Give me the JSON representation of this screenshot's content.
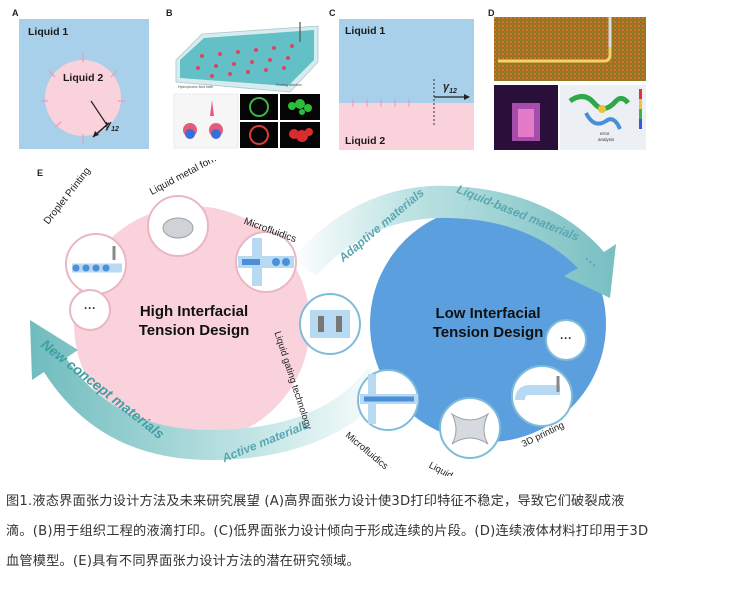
{
  "panels": {
    "a_letter": "A",
    "b_letter": "B",
    "c_letter": "C",
    "d_letter": "D",
    "e_letter": "E"
  },
  "panel_a": {
    "liquid1": "Liquid 1",
    "liquid2": "Liquid 2",
    "gamma": "γ",
    "gamma_sub": "12"
  },
  "panel_b": {
    "label_left": "Hydrophobic fluid bath",
    "label_right": "Printing direction"
  },
  "panel_c": {
    "liquid1": "Liquid 1",
    "liquid2": "Liquid 2",
    "gamma": "γ",
    "gamma_sub": "12"
  },
  "panel_d": {
    "error_label": "error\nanalysis"
  },
  "panel_e": {
    "high_title_line1": "High Interfacial",
    "high_title_line2": "Tension Design",
    "low_title_line1": "Low Interfacial",
    "low_title_line2": "Tension Design",
    "droplet_printing": "Droplet Printing",
    "liquid_metal_forming_top": "Liquid metal forming",
    "microfluidics_top": "Microfluidics",
    "liquid_gating": "Liquid gating technology",
    "microfluidics_bottom": "Microfluidics",
    "liquid_metal_forming_bottom": "Liquid metal forming",
    "printing_3d": "3D printing",
    "dots": "···",
    "adaptive_materials": "Adaptive materials",
    "liquid_based_materials": "Liquid-based materials",
    "arrow_dots": "···",
    "new_concept_materials": "New concept materials",
    "active_materials": "Active materials"
  },
  "caption": {
    "line1": "图1.液态界面张力设计方法及未来研究展望 (A)高界面张力设计使3D打印特征不稳定，导致它们破裂成液",
    "line2": "滴。(B)用于组织工程的液滴打印。(C)低界面张力设计倾向于形成连续的片段。(D)连续液体材料打印用于3D",
    "line3": "血管模型。(E)具有不同界面张力设计方法的潜在研究领域。"
  },
  "colors": {
    "blue_light": "#a9d0ea",
    "pink_light": "#f9d2dc",
    "blue_circle": "#5b9fde",
    "teal_arrow": "#7fc3c6"
  }
}
